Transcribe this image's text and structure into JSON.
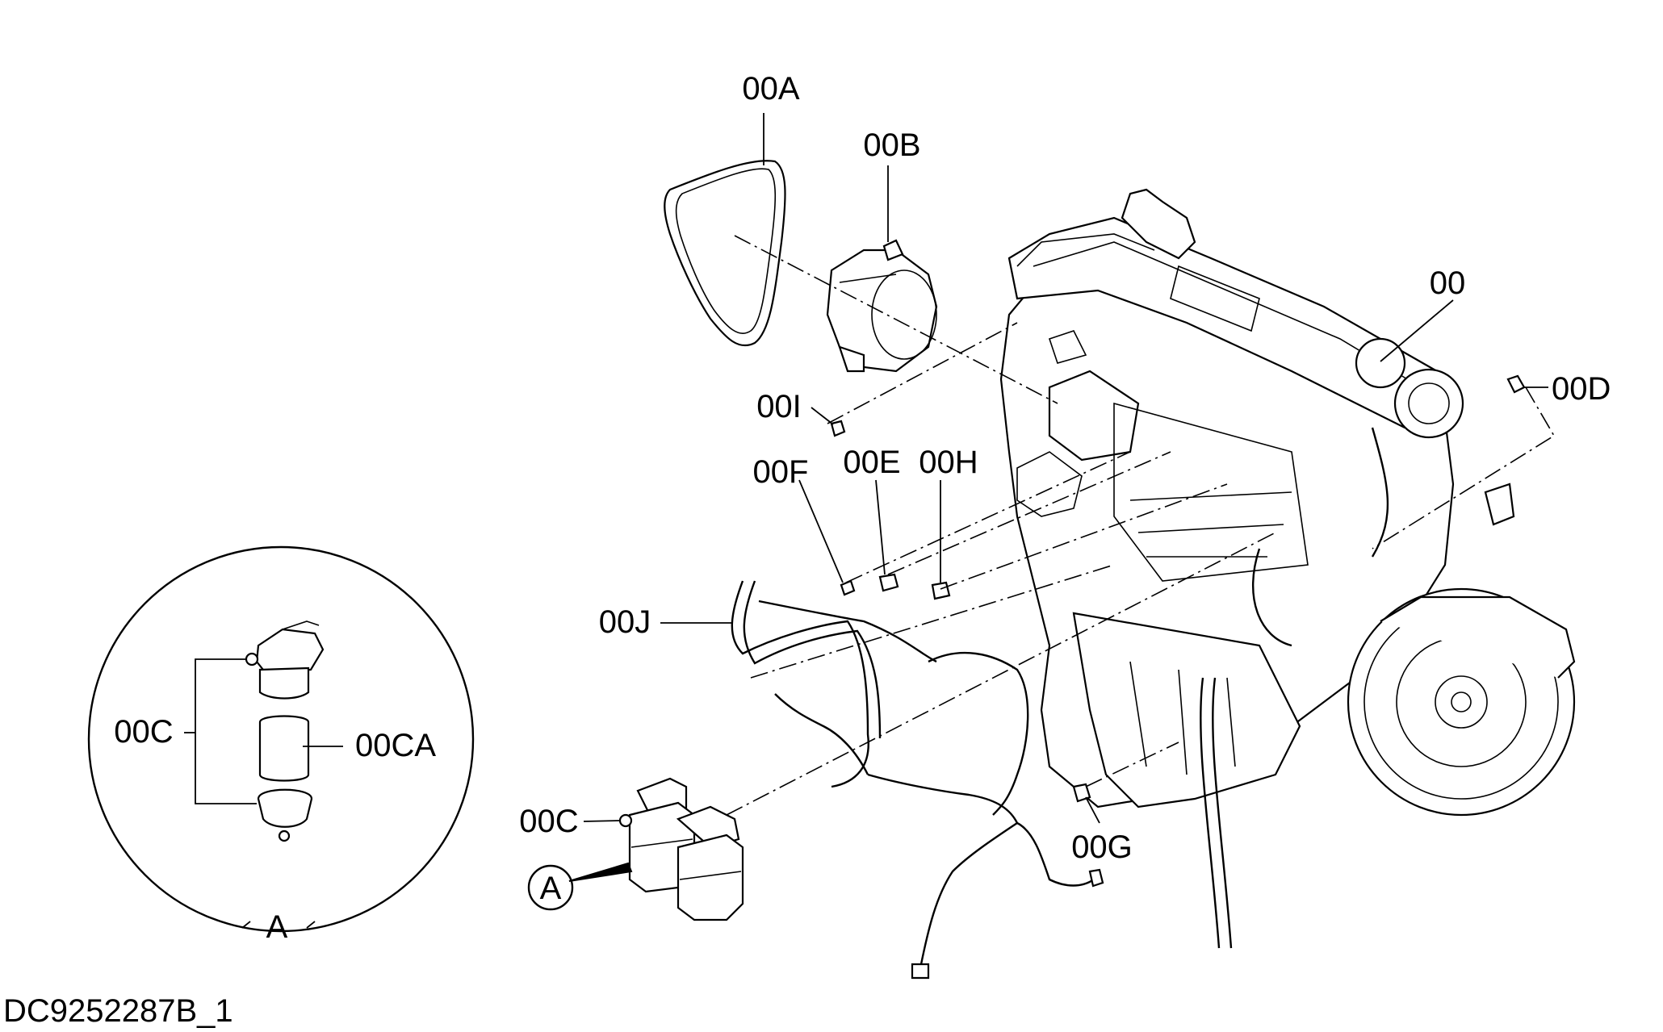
{
  "drawing_id": "DC9252287B_1",
  "detail": {
    "letter": "A"
  },
  "callouts": {
    "engine": "00",
    "belt": "00A",
    "alternator": "00B",
    "fuel_filter": "00C",
    "fuel_filter_detail": "00C",
    "filter_element": "00CA",
    "plug_d": "00D",
    "sensor_e": "00E",
    "sensor_f": "00F",
    "sensor_g": "00G",
    "sensor_h": "00H",
    "sensor_i": "00I",
    "wire_harness": "00J"
  }
}
